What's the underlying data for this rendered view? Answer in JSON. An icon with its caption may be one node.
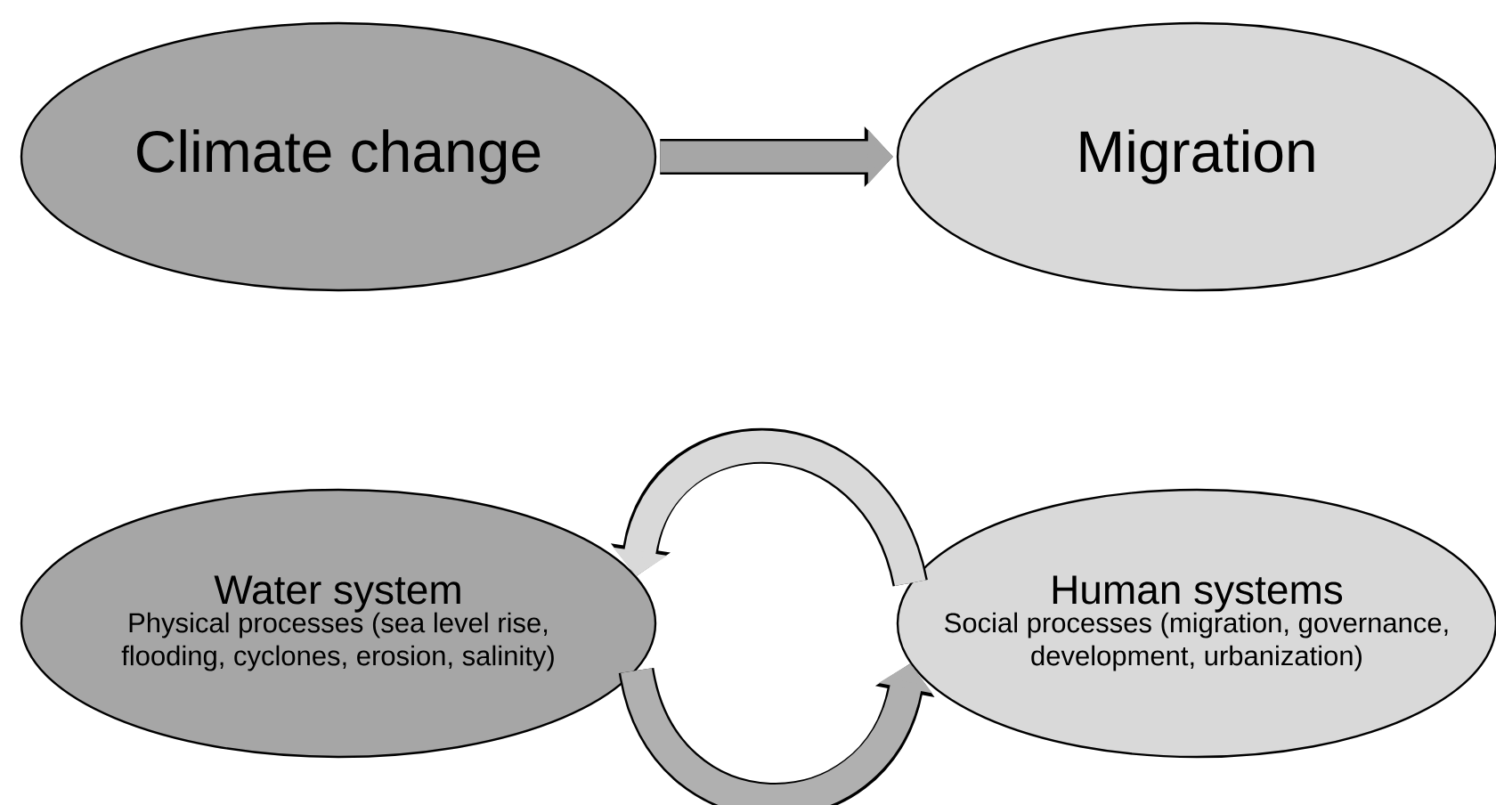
{
  "diagram": {
    "nodes": [
      {
        "text": [
          "Climate change"
        ]
      },
      {
        "text": [
          "Migration"
        ]
      },
      {
        "text": [
          "Water system",
          "Physical processes (sea level rise, flooding, cyclones, erosion, salinity)"
        ]
      },
      {
        "text": [
          "Human systems",
          "Social processes (migration, governance, development, urbanization)"
        ]
      }
    ],
    "edges": [
      {
        "from": 0,
        "to": 1,
        "arrow": "to"
      },
      {
        "from": 3,
        "to": 2,
        "arrow": "to"
      },
      {
        "from": 2,
        "to": 3,
        "arrow": "to"
      }
    ]
  }
}
